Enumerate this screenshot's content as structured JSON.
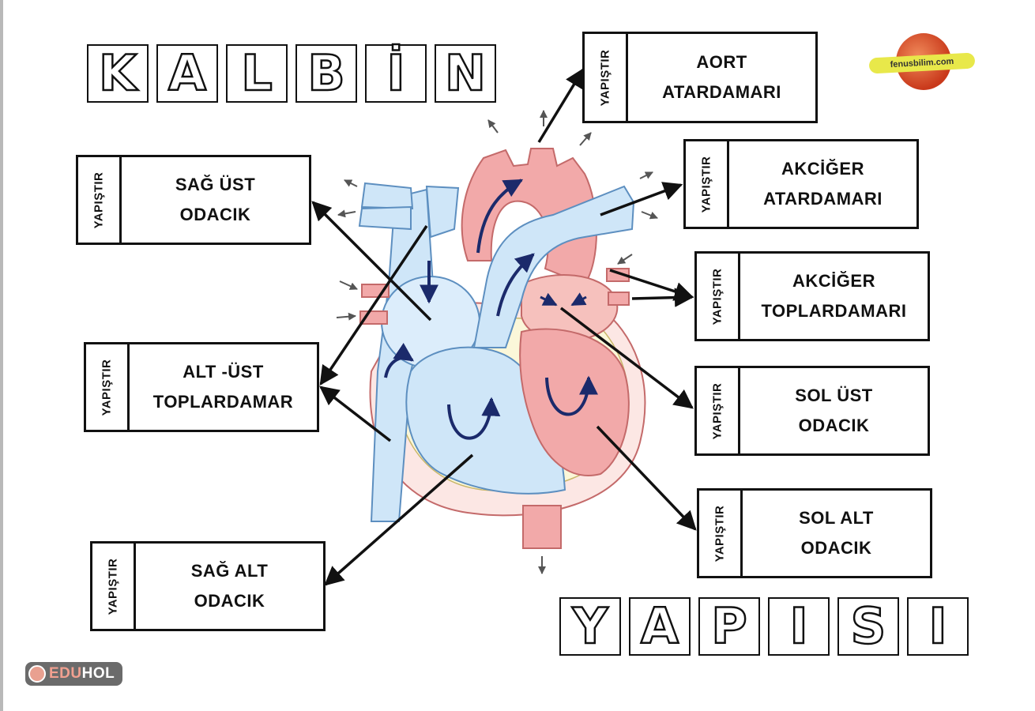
{
  "title_top": [
    "K",
    "A",
    "L",
    "B",
    "İ",
    "N"
  ],
  "title_bottom": [
    "Y",
    "A",
    "P",
    "I",
    "S",
    "I"
  ],
  "tab_label": "YAPIŞTIR",
  "labels": {
    "aort": [
      "AORT",
      "ATARDAMARI"
    ],
    "akciger_atardamari": [
      "AKCİĞER",
      "ATARDAMARI"
    ],
    "akciger_toplardamari": [
      "AKCİĞER",
      "TOPLARDAMARI"
    ],
    "sol_ust": [
      "SOL ÜST",
      "ODACIK"
    ],
    "sol_alt": [
      "SOL ALT",
      "ODACIK"
    ],
    "sag_ust": [
      "SAĞ ÜST",
      "ODACIK"
    ],
    "alt_ust": [
      "ALT -ÜST",
      "TOPLARDAMAR"
    ],
    "sag_alt": [
      "SAĞ ALT",
      "ODACIK"
    ]
  },
  "logo_text": "fenusbilim.com",
  "watermark": {
    "accent": "EDU",
    "rest": "HOL"
  },
  "colors": {
    "blue_fill": "#cfe6f8",
    "blue_stroke": "#5d8fc0",
    "red_fill": "#f2a9a9",
    "red_stroke": "#c46a6a",
    "dark_arrow": "#1b2a6b"
  }
}
